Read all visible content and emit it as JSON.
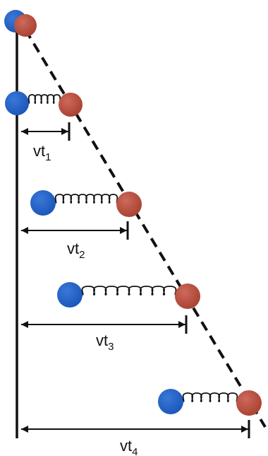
{
  "colors": {
    "blue_ball": "#1a55b8",
    "red_ball": "#b5473a",
    "line": "#111111",
    "background": "#ffffff"
  },
  "labels": [
    {
      "base": "vt",
      "subscript": "1"
    },
    {
      "base": "vt",
      "subscript": "2"
    },
    {
      "base": "vt",
      "subscript": "3"
    },
    {
      "base": "vt",
      "subscript": "4"
    }
  ]
}
